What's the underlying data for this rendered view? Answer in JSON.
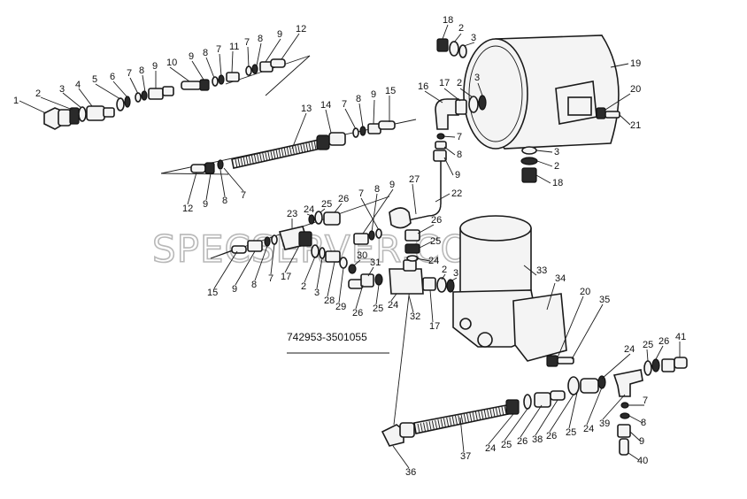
{
  "drawing": {
    "part_number": "742953-3501055",
    "watermark": "SPECSERVER.COM"
  },
  "labels": [
    {
      "id": "l1",
      "text": "1"
    },
    {
      "id": "l2",
      "text": "2"
    },
    {
      "id": "l3",
      "text": "3"
    },
    {
      "id": "l4",
      "text": "4"
    },
    {
      "id": "l5",
      "text": "5"
    },
    {
      "id": "l6",
      "text": "6"
    },
    {
      "id": "l7a",
      "text": "7"
    },
    {
      "id": "l8a",
      "text": "8"
    },
    {
      "id": "l9a",
      "text": "9"
    },
    {
      "id": "l10",
      "text": "10"
    },
    {
      "id": "l9b",
      "text": "9"
    },
    {
      "id": "l8b",
      "text": "8"
    },
    {
      "id": "l7b",
      "text": "7"
    },
    {
      "id": "l11",
      "text": "11"
    },
    {
      "id": "l7c",
      "text": "7"
    },
    {
      "id": "l8c",
      "text": "8"
    },
    {
      "id": "l9c",
      "text": "9"
    },
    {
      "id": "l12a",
      "text": "12"
    },
    {
      "id": "l18a",
      "text": "18"
    },
    {
      "id": "l2a",
      "text": "2"
    },
    {
      "id": "l3a",
      "text": "3"
    },
    {
      "id": "l19",
      "text": "19"
    },
    {
      "id": "l16",
      "text": "16"
    },
    {
      "id": "l17a",
      "text": "17"
    },
    {
      "id": "l2b",
      "text": "2"
    },
    {
      "id": "l3b",
      "text": "3"
    },
    {
      "id": "l20a",
      "text": "20"
    },
    {
      "id": "l21",
      "text": "21"
    },
    {
      "id": "l13",
      "text": "13"
    },
    {
      "id": "l14",
      "text": "14"
    },
    {
      "id": "l7d",
      "text": "7"
    },
    {
      "id": "l8d",
      "text": "8"
    },
    {
      "id": "l9d",
      "text": "9"
    },
    {
      "id": "l15a",
      "text": "15"
    },
    {
      "id": "l7e",
      "text": "7"
    },
    {
      "id": "l8e",
      "text": "8"
    },
    {
      "id": "l9e",
      "text": "9"
    },
    {
      "id": "l3c",
      "text": "3"
    },
    {
      "id": "l2c",
      "text": "2"
    },
    {
      "id": "l18b",
      "text": "18"
    },
    {
      "id": "l12b",
      "text": "12"
    },
    {
      "id": "l9f",
      "text": "9"
    },
    {
      "id": "l8f",
      "text": "8"
    },
    {
      "id": "l7f",
      "text": "7"
    },
    {
      "id": "l27",
      "text": "27"
    },
    {
      "id": "l22",
      "text": "22"
    },
    {
      "id": "l9g",
      "text": "9"
    },
    {
      "id": "l8g",
      "text": "8"
    },
    {
      "id": "l7g",
      "text": "7"
    },
    {
      "id": "l26a",
      "text": "26"
    },
    {
      "id": "l25a",
      "text": "25"
    },
    {
      "id": "l24a",
      "text": "24"
    },
    {
      "id": "l23",
      "text": "23"
    },
    {
      "id": "l26b",
      "text": "26"
    },
    {
      "id": "l25b",
      "text": "25"
    },
    {
      "id": "l24b",
      "text": "24"
    },
    {
      "id": "l33",
      "text": "33"
    },
    {
      "id": "l34",
      "text": "34"
    },
    {
      "id": "l15b",
      "text": "15"
    },
    {
      "id": "l9h",
      "text": "9"
    },
    {
      "id": "l8h",
      "text": "8"
    },
    {
      "id": "l7h",
      "text": "7"
    },
    {
      "id": "l17b",
      "text": "17"
    },
    {
      "id": "l2d",
      "text": "2"
    },
    {
      "id": "l3d",
      "text": "3"
    },
    {
      "id": "l28",
      "text": "28"
    },
    {
      "id": "l29",
      "text": "29"
    },
    {
      "id": "l30",
      "text": "30"
    },
    {
      "id": "l31",
      "text": "31"
    },
    {
      "id": "l26c",
      "text": "26"
    },
    {
      "id": "l25c",
      "text": "25"
    },
    {
      "id": "l24c",
      "text": "24"
    },
    {
      "id": "l32",
      "text": "32"
    },
    {
      "id": "l17c",
      "text": "17"
    },
    {
      "id": "l2e",
      "text": "2"
    },
    {
      "id": "l3e",
      "text": "3"
    },
    {
      "id": "l20b",
      "text": "20"
    },
    {
      "id": "l35",
      "text": "35"
    },
    {
      "id": "l24d",
      "text": "24"
    },
    {
      "id": "l25d",
      "text": "25"
    },
    {
      "id": "l26d",
      "text": "26"
    },
    {
      "id": "l41",
      "text": "41"
    },
    {
      "id": "l7i",
      "text": "7"
    },
    {
      "id": "l8i",
      "text": "8"
    },
    {
      "id": "l9i",
      "text": "9"
    },
    {
      "id": "l40",
      "text": "40"
    },
    {
      "id": "l39",
      "text": "39"
    },
    {
      "id": "l24e",
      "text": "24"
    },
    {
      "id": "l25e",
      "text": "25"
    },
    {
      "id": "l26e",
      "text": "26"
    },
    {
      "id": "l38",
      "text": "38"
    },
    {
      "id": "l26f",
      "text": "26"
    },
    {
      "id": "l25f",
      "text": "25"
    },
    {
      "id": "l24f",
      "text": "24"
    },
    {
      "id": "l37",
      "text": "37"
    },
    {
      "id": "l36",
      "text": "36"
    }
  ]
}
